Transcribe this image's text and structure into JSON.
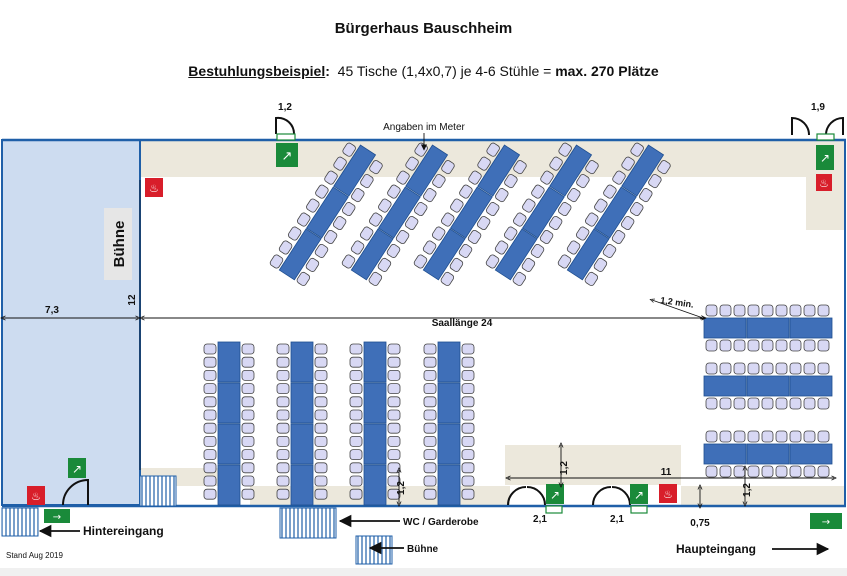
{
  "header": {
    "title": "Bürgerhaus Bauschheim",
    "subtitle_label": "Bestuhlungsbeispiel",
    "subtitle_colon": ":",
    "subtitle_text": "45 Tische (1,4x0,7) je 4-6 Stühle = ",
    "subtitle_bold": "max. 270 Plätze"
  },
  "plan": {
    "note_units": "Angaben im Meter",
    "stage_label": "Bühne",
    "stage_width": "7,3",
    "stage_depth": "12",
    "hall_length": "Saallänge 24",
    "min_gap": "1,2 min.",
    "door_top_left": "1,2",
    "door_top_right": "1,9",
    "door_bottom_1": "2,1",
    "door_bottom_2": "2,1",
    "dim_vertical_1": "1,2",
    "dim_vertical_2": "1,2",
    "dim_vertical_3": "1,2",
    "dim_width_11": "11",
    "dim_075": "0,75",
    "entrance_rear": "Hintereingang",
    "entrance_main": "Haupteingang",
    "wc_label": "WC / Garderobe",
    "stage_entry": "Bühne",
    "stand": "Stand Aug 2019"
  },
  "colors": {
    "stage_fill": "#cddcf0",
    "floor": "#ffffff",
    "aisle": "#ece8dc",
    "wall": "#1f5fa8",
    "table": "#3f6fb8",
    "chair": "#d8d8f4",
    "exit_green": "#1a8a3a",
    "fire_red": "#d81e2a"
  },
  "icons": [
    "emergency-exit-icon",
    "fire-extinguisher-icon",
    "door-swing-icon",
    "stairs-icon",
    "arrow-right-icon",
    "arrow-left-icon"
  ]
}
